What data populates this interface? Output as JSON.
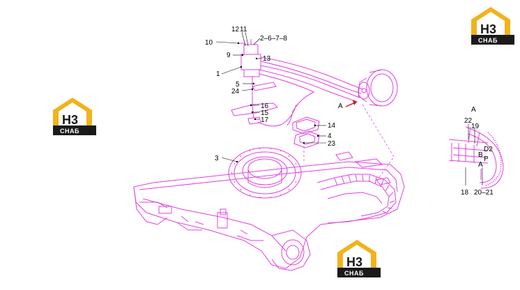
{
  "colors": {
    "part_line": "#e040e0",
    "leader": "#000000",
    "logo_gold": "#f2b21c",
    "logo_dark": "#1a1a1a",
    "logo_white": "#ffffff",
    "arrow_red": "#d0142c"
  },
  "logo": {
    "top_text": "Н3",
    "bottom_text": "СНАБ"
  },
  "callouts": {
    "c12": "12",
    "c11": "11",
    "c2678": "2–6–7–8",
    "c10": "10",
    "c9": "9",
    "c13": "13",
    "c1": "1",
    "c5": "5",
    "c24": "24",
    "c16": "16",
    "c15": "15",
    "c17": "17",
    "c14": "14",
    "c4": "4",
    "c23": "23",
    "c3": "3",
    "viewA_arrow": "A"
  },
  "detail": {
    "title": "A",
    "c22": "22",
    "c19": "19",
    "d2": "D2",
    "b": "B",
    "p": "P",
    "a": "A",
    "c18": "18",
    "c2021": "20–21"
  }
}
